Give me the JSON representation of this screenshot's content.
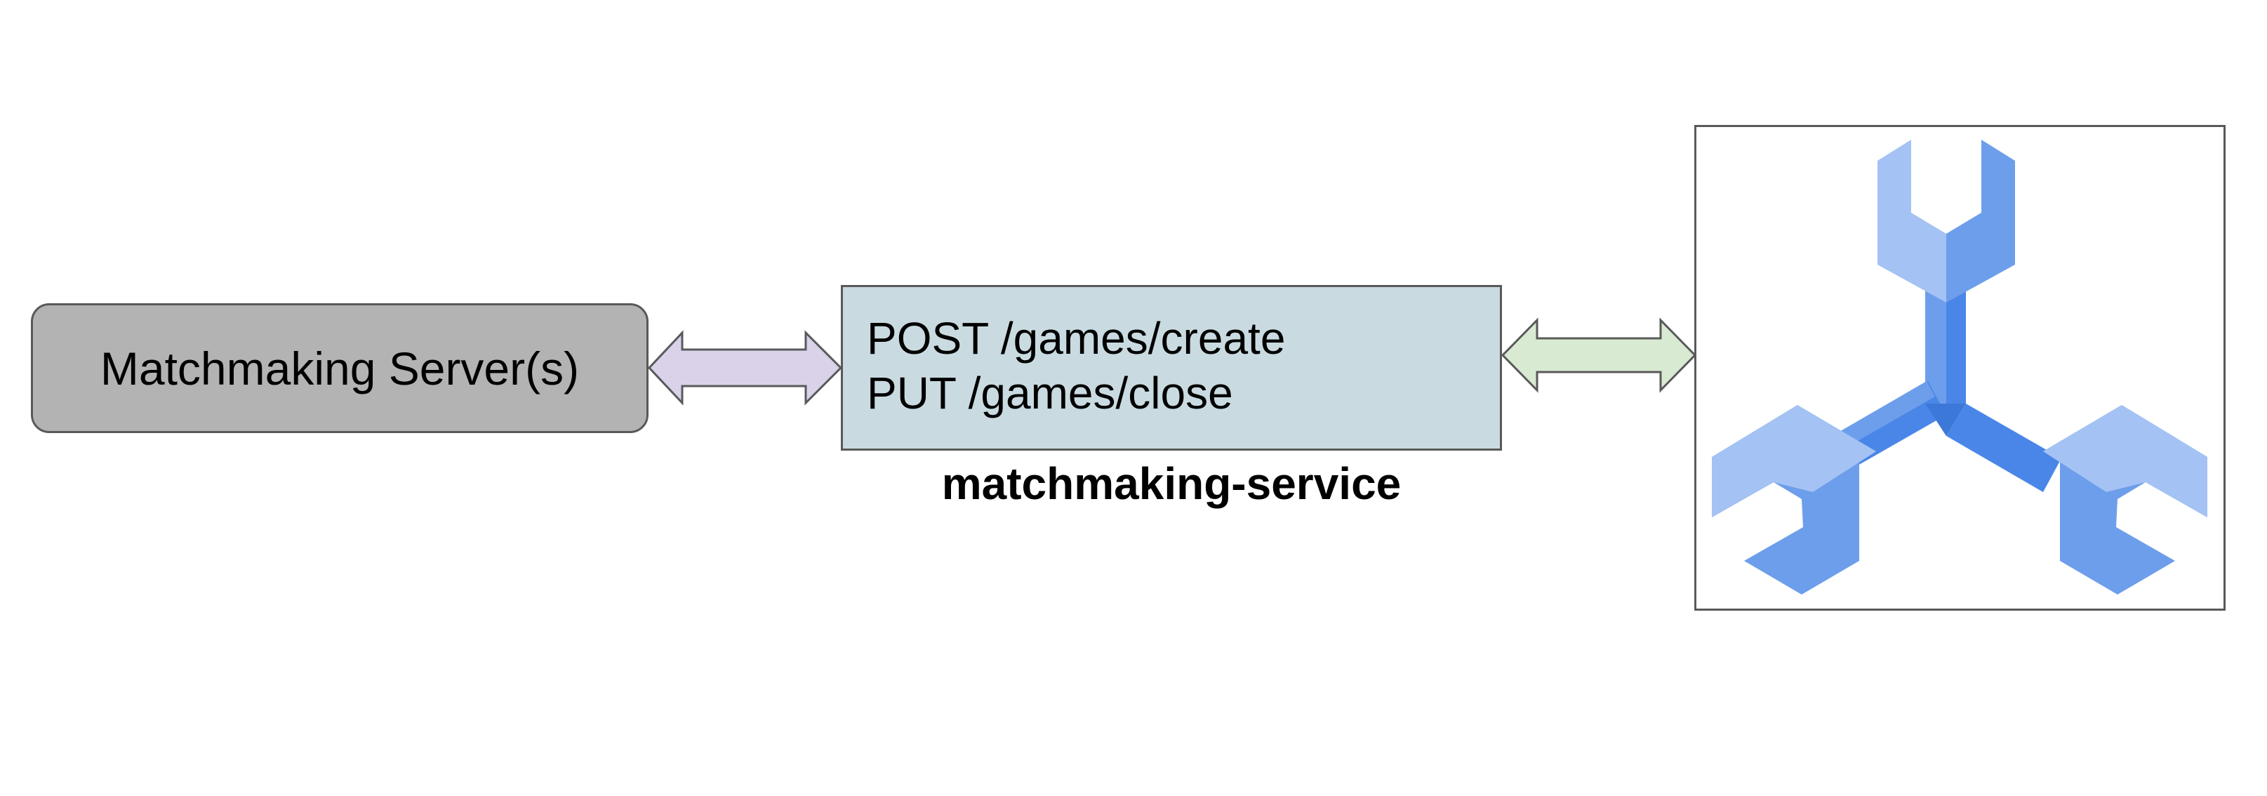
{
  "diagram": {
    "client": {
      "label": "Matchmaking Server(s)",
      "fill": "#b3b3b3"
    },
    "service": {
      "endpoints": [
        "POST /games/create",
        "PUT /games/close"
      ],
      "caption": "matchmaking-service",
      "fill": "#c9dbe0"
    },
    "arrows": [
      {
        "from": "client",
        "to": "service",
        "direction": "bidirectional",
        "fill": "#d9d2e9"
      },
      {
        "from": "service",
        "to": "logo",
        "direction": "bidirectional",
        "fill": "#d9ead3"
      }
    ],
    "logo": {
      "icon": "tri-wrench-icon",
      "colors": [
        "#a4c2f4",
        "#6d9eeb",
        "#4a86e8"
      ]
    }
  }
}
